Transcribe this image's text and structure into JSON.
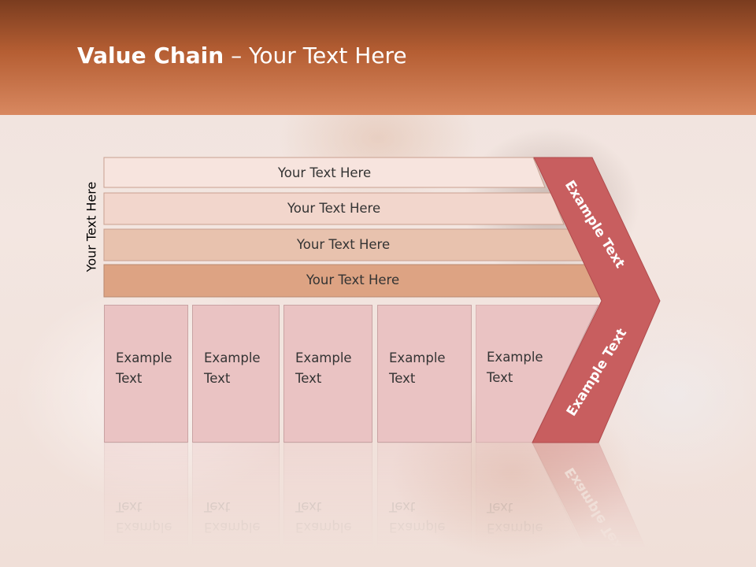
{
  "header": {
    "title_bold": "Value Chain",
    "title_rest": " – Your Text Here"
  },
  "diagram": {
    "side_label": "Your Text Here",
    "bands": [
      {
        "label": "Your Text Here",
        "color": "#f7e4de"
      },
      {
        "label": "Your Text Here",
        "color": "#f2d6cc"
      },
      {
        "label": "Your Text Here",
        "color": "#e8c2ae"
      },
      {
        "label": "Your Text Here",
        "color": "#dda383"
      }
    ],
    "boxes": [
      {
        "line1": "Example",
        "line2": "Text"
      },
      {
        "line1": "Example",
        "line2": "Text"
      },
      {
        "line1": "Example",
        "line2": "Text"
      },
      {
        "line1": "Example",
        "line2": "Text"
      },
      {
        "line1": "Example",
        "line2": "Text"
      }
    ],
    "chevron": {
      "top_label": "Example Text",
      "bottom_label": "Example Text",
      "color": "#c85e5f"
    },
    "colors": {
      "header_dark": "#7a3c1f",
      "header_light": "#d88860",
      "box_fill": "#eac3c3"
    }
  }
}
